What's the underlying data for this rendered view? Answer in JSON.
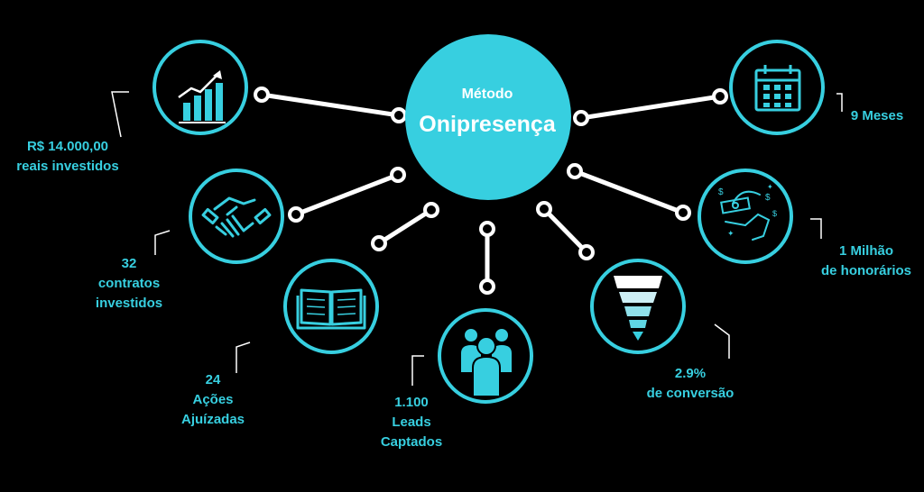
{
  "hub": {
    "line1": "Método",
    "line2": "Onipresença"
  },
  "colors": {
    "background": "#000000",
    "accent": "#37cfe0",
    "line": "#ffffff"
  },
  "stats": {
    "investment": {
      "line1": "R$ 14.000,00",
      "line2": "reais investidos",
      "icon": "growth-chart-icon"
    },
    "contracts": {
      "line1": "32",
      "line2": "contratos",
      "line3": "investidos",
      "icon": "handshake-icon"
    },
    "lawsuits": {
      "line1": "24",
      "line2": "Ações",
      "line3": "Ajuízadas",
      "icon": "open-book-icon"
    },
    "leads": {
      "line1": "1.100",
      "line2": "Leads",
      "line3": "Captados",
      "icon": "people-group-icon"
    },
    "conversion": {
      "line1": "2.9%",
      "line2": "de conversão",
      "icon": "funnel-icon"
    },
    "fees": {
      "line1": "1 Milhão",
      "line2": "de honorários",
      "icon": "money-hand-icon"
    },
    "duration": {
      "line1": "9 Meses",
      "icon": "calendar-icon"
    }
  }
}
